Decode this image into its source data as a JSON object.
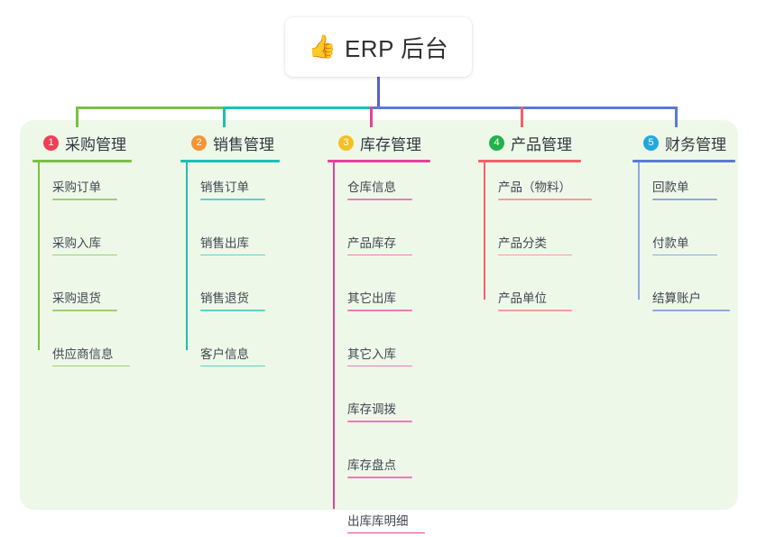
{
  "diagram": {
    "title": "ERP 后台",
    "root": {
      "icon": "thumbs-up-icon",
      "emoji": "👍",
      "label": "ERP 后台"
    },
    "canvas_bg": "#ffffff",
    "panel_bg": "#eef8e9",
    "root_stem_color": "#5c5fc8",
    "columns": [
      {
        "number": "1",
        "title": "采购管理",
        "badge_color": "#ef4056",
        "line_color": "#7ac143",
        "items": [
          "采购订单",
          "采购入库",
          "采购退货",
          "供应商信息"
        ]
      },
      {
        "number": "2",
        "title": "销售管理",
        "badge_color": "#f79433",
        "line_color": "#1dbfb4",
        "items": [
          "销售订单",
          "销售出库",
          "销售退货",
          "客户信息"
        ]
      },
      {
        "number": "3",
        "title": "库存管理",
        "badge_color": "#f5c026",
        "line_color": "#e5429a",
        "items": [
          "仓库信息",
          "产品库存",
          "其它出库",
          "其它入库",
          "库存调拨",
          "库存盘点",
          "出库库明细"
        ]
      },
      {
        "number": "4",
        "title": "产品管理",
        "badge_color": "#22b24c",
        "line_color": "#f4616a",
        "items": [
          "产品（物料）",
          "产品分类",
          "产品单位"
        ]
      },
      {
        "number": "5",
        "title": "财务管理",
        "badge_color": "#23a8dd",
        "line_color": "#5c79d6",
        "items": [
          "回款单",
          "付款单",
          "结算账户"
        ]
      }
    ]
  }
}
